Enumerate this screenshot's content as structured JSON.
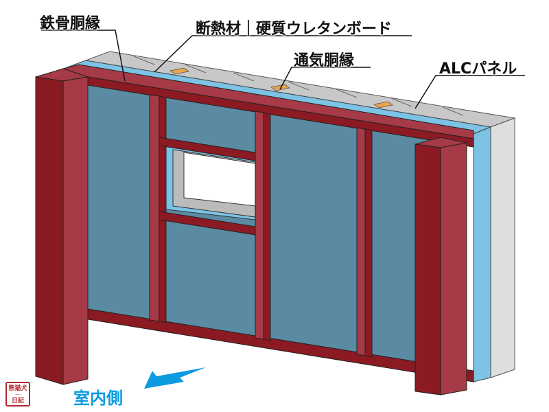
{
  "labels": {
    "steel_furring": "鉄骨胴縁",
    "insulation": "断熱材｜硬質ウレタンボード",
    "vent_furring": "通気胴縁",
    "alc_panel": "ALCパネル",
    "interior_side": "室内側"
  },
  "logo": {
    "line1": "熊猫犬",
    "line2": "日記"
  },
  "colors": {
    "steel": "#8b1a23",
    "steel_side": "#a63a46",
    "panel": "#5b8ba3",
    "insulation": "#7cc3e6",
    "alc": "#c8c8c8",
    "vent": "#e8a44a",
    "arrow": "#0a9be0"
  }
}
